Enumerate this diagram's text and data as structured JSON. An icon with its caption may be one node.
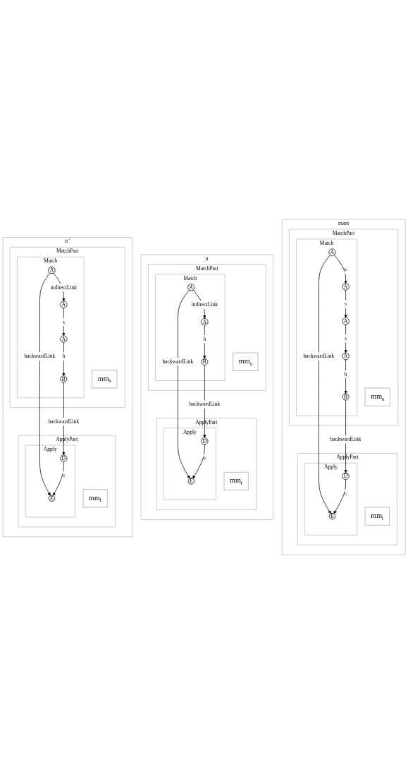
{
  "diagram": {
    "nodes": [
      {
        "text": [
          "mam"
        ]
      },
      {
        "text": [
          "MatchPart"
        ],
        "in": 0
      },
      {
        "text": [
          "Match"
        ],
        "in": 1
      },
      {
        "text": [
          "A"
        ],
        "in": 2
      },
      {
        "text": [
          "A"
        ],
        "in": 2
      },
      {
        "text": [
          "A"
        ],
        "in": 2
      },
      {
        "text": [
          "A"
        ],
        "in": 2
      },
      {
        "text": [
          "B"
        ],
        "in": 2
      },
      {
        "text": [
          "mm$_{s}$"
        ],
        "in": 1
      },
      {
        "text": [
          "ApplyPart"
        ],
        "in": 0
      },
      {
        "text": [
          "Apply"
        ],
        "in": 9
      },
      {
        "text": [
          "E"
        ],
        "in": 10
      },
      {
        "text": [
          "D"
        ],
        "in": 10
      },
      {
        "text": [
          "mm$_{t}$"
        ],
        "in": 9
      },
      {
        "text": [
          "tr"
        ]
      },
      {
        "text": [
          "MatchPart"
        ],
        "in": 14
      },
      {
        "text": [
          "Match"
        ],
        "in": 15
      },
      {
        "text": [
          "A"
        ],
        "in": 16
      },
      {
        "text": [
          "A"
        ],
        "in": 16
      },
      {
        "text": [
          "B"
        ],
        "in": 16
      },
      {
        "text": [
          "mm$_{s}$"
        ],
        "in": 15
      },
      {
        "text": [
          "ApplyPart"
        ],
        "in": 14
      },
      {
        "text": [
          "Apply"
        ],
        "in": 21
      },
      {
        "text": [
          "E"
        ],
        "in": 22
      },
      {
        "text": [
          "D"
        ],
        "in": 22
      },
      {
        "text": [
          "mm$_{t}$"
        ],
        "in": 21
      },
      {
        "text": [
          "tr’"
        ]
      },
      {
        "text": [
          "MatchPart"
        ],
        "in": 26
      },
      {
        "text": [
          "Match"
        ],
        "in": 27
      },
      {
        "text": [
          "A"
        ],
        "in": 28
      },
      {
        "text": [
          "A"
        ],
        "in": 28
      },
      {
        "text": [
          "A"
        ],
        "in": 28
      },
      {
        "text": [
          "B"
        ],
        "in": 28
      },
      {
        "text": [
          "mm$_{s}$"
        ],
        "in": 27
      },
      {
        "text": [
          "ApplyPart"
        ],
        "in": 26
      },
      {
        "text": [
          "Apply"
        ],
        "in": 34
      },
      {
        "text": [
          "E"
        ],
        "in": 35
      },
      {
        "text": [
          "D"
        ],
        "in": 35
      },
      {
        "text": [
          "mm$_{t}$"
        ],
        "in": 34
      }
    ],
    "edges": [
      {
        "from": 3,
        "to": 4,
        "arrow": "to",
        "label": "s"
      },
      {
        "from": 4,
        "to": 5,
        "arrow": "to",
        "label": "s"
      },
      {
        "from": 5,
        "to": 6,
        "arrow": "to",
        "label": "s"
      },
      {
        "from": 6,
        "to": 7,
        "arrow": "to",
        "label": "h"
      },
      {
        "from": 3,
        "to": 11,
        "arrow": "to",
        "label": "backwardLink"
      },
      {
        "from": 7,
        "to": 12,
        "arrow": "to",
        "label": "backwardLink"
      },
      {
        "from": 12,
        "to": 11,
        "arrow": "to",
        "label": "c"
      },
      {
        "from": 17,
        "to": 18,
        "arrow": "to",
        "label": "indirectLink"
      },
      {
        "from": 18,
        "to": 19,
        "arrow": "to",
        "label": "h"
      },
      {
        "from": 17,
        "to": 23,
        "arrow": "to",
        "label": "backwardLink"
      },
      {
        "from": 19,
        "to": 24,
        "arrow": "to",
        "label": "backwardLink"
      },
      {
        "from": 24,
        "to": 23,
        "arrow": "to",
        "label": "c"
      },
      {
        "from": 29,
        "to": 30,
        "arrow": "to",
        "label": "indirectLink"
      },
      {
        "from": 30,
        "to": 31,
        "arrow": "to",
        "label": "s"
      },
      {
        "from": 31,
        "to": 32,
        "arrow": "to",
        "label": "h"
      },
      {
        "from": 29,
        "to": 36,
        "arrow": "to",
        "label": "backwardLink"
      },
      {
        "from": 32,
        "to": 37,
        "arrow": "to",
        "label": "backwardLink"
      },
      {
        "from": 37,
        "to": 36,
        "arrow": "to",
        "label": "c"
      }
    ]
  }
}
